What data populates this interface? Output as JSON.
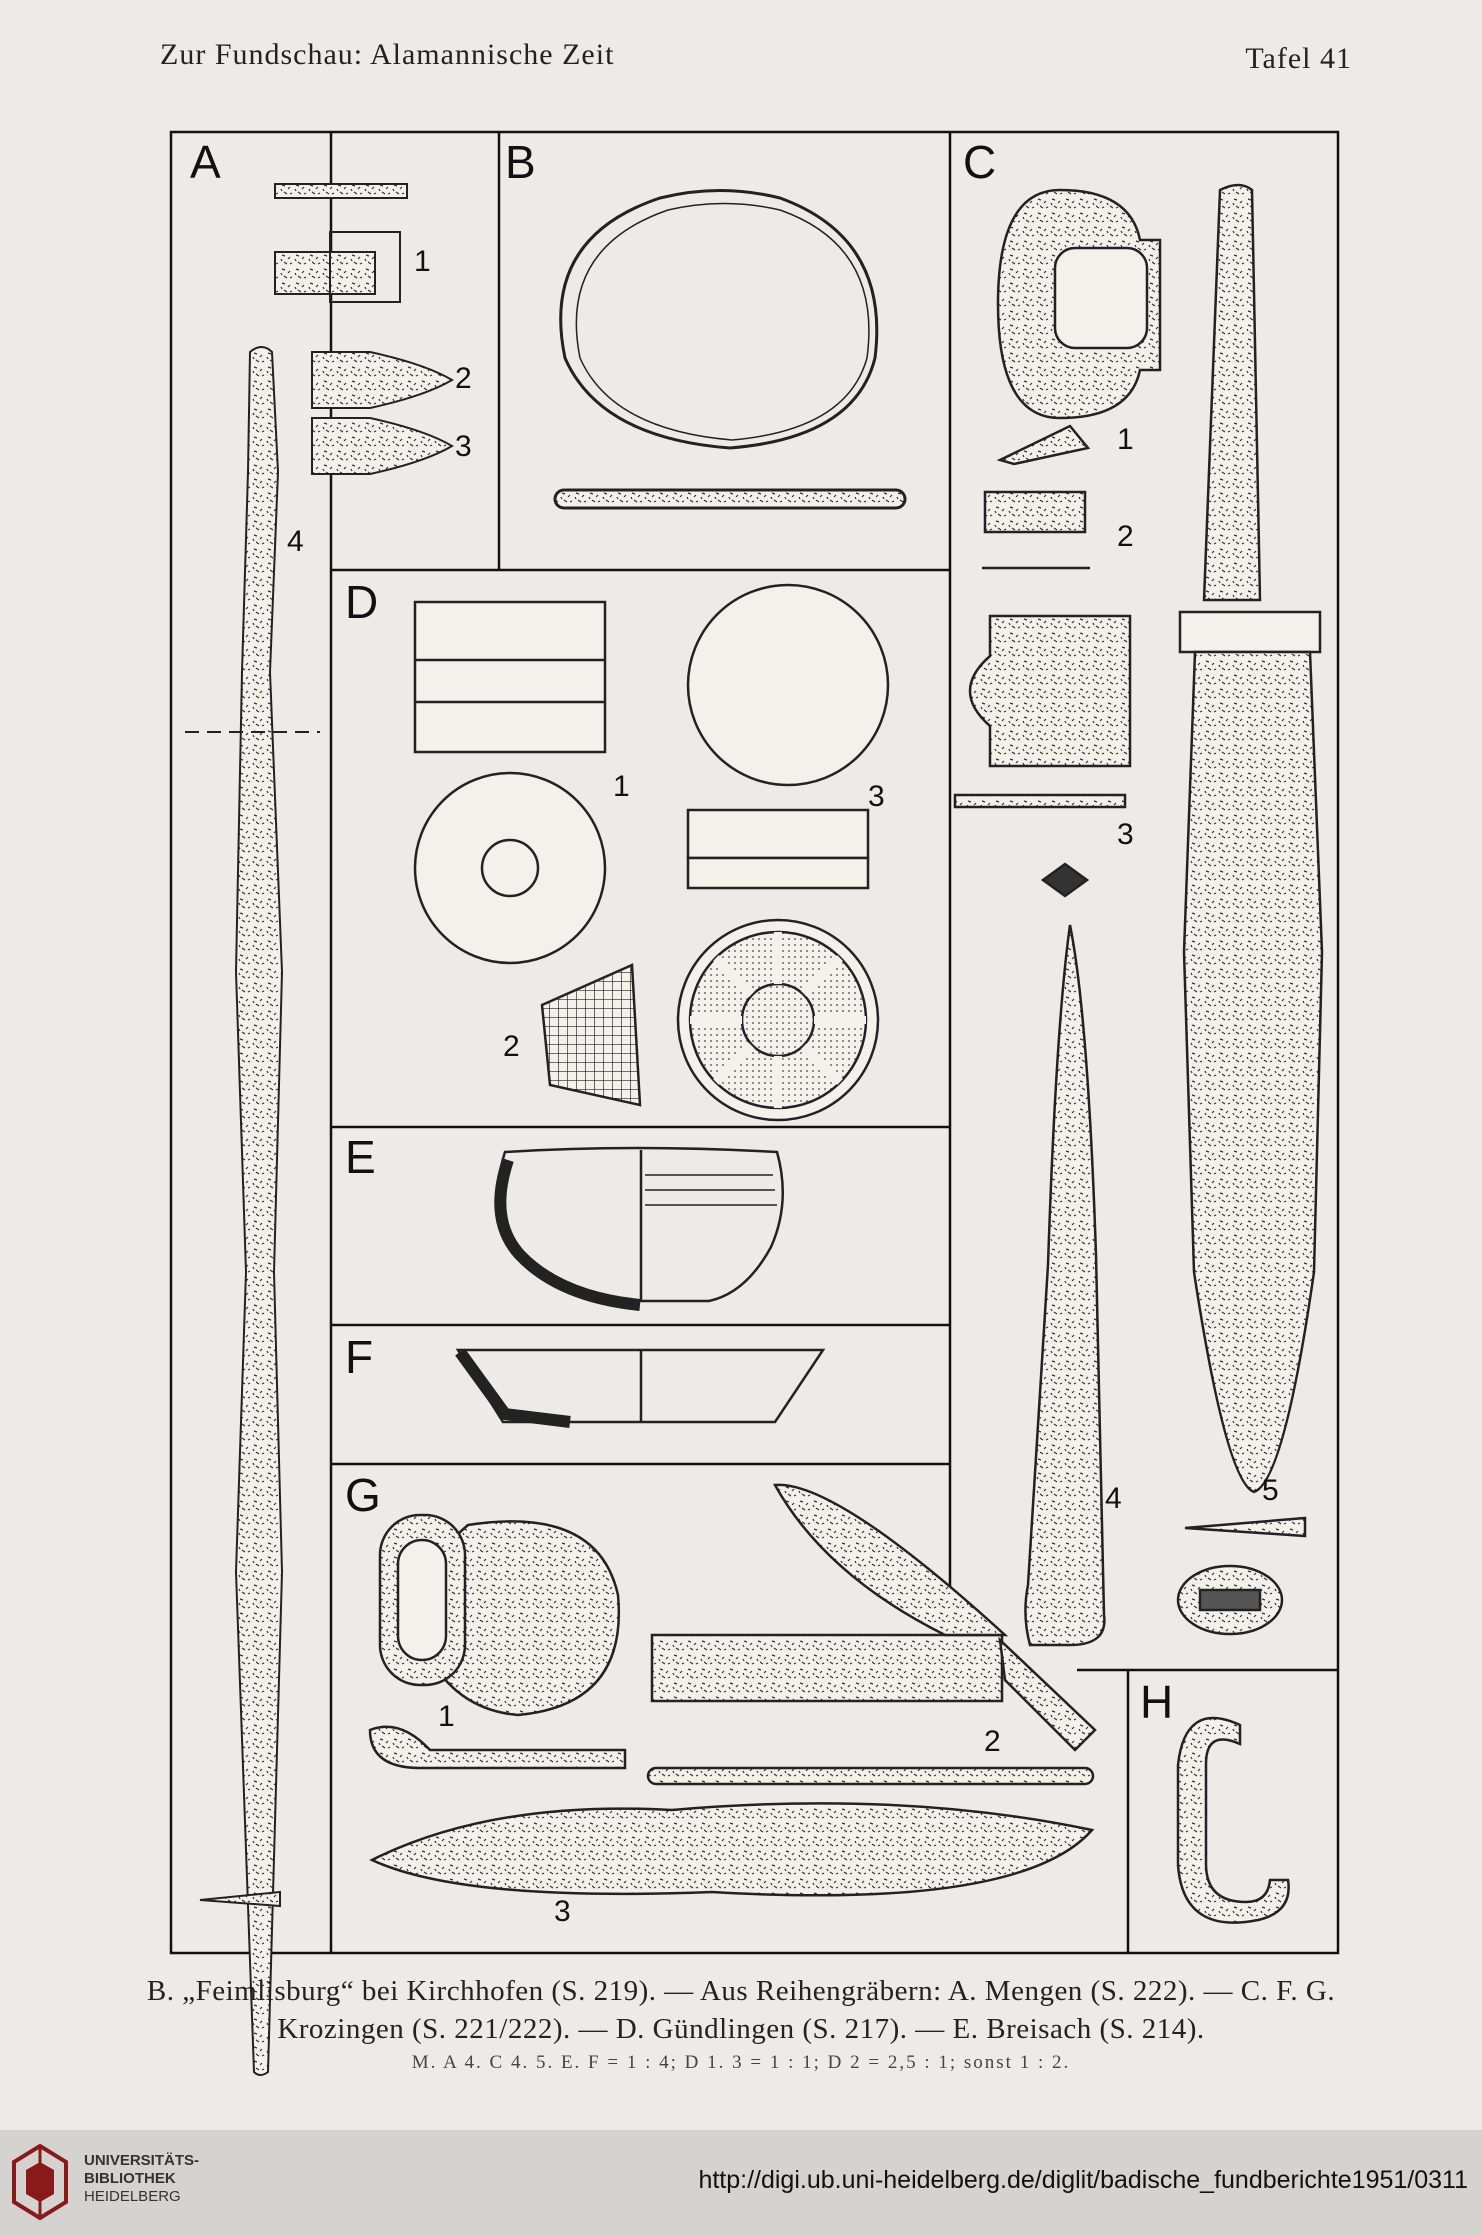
{
  "header": {
    "running_title": "Zur Fundschau: Alamannische Zeit",
    "plate": "Tafel 41"
  },
  "panels": {
    "A": "A",
    "B": "B",
    "C": "C",
    "D": "D",
    "E": "E",
    "F": "F",
    "G": "G",
    "H": "H"
  },
  "item_numbers": {
    "a1": "1",
    "a2": "2",
    "a3": "3",
    "a4": "4",
    "c1": "1",
    "c2": "2",
    "c3": "3",
    "c4": "4",
    "c5": "5",
    "d1": "1",
    "d2": "2",
    "d3": "3",
    "g1": "1",
    "g2": "2",
    "g3": "3"
  },
  "caption": {
    "line1": "B. „Feimlisburg“ bei Kirchhofen (S. 219). — Aus Reihengräbern: A. Mengen (S. 222). — C. F. G.",
    "line2": "Krozingen (S. 221/222). — D. Gündlingen (S. 217). — E. Breisach (S. 214).",
    "line3": "M. A 4. C 4. 5. E. F = 1 : 4; D 1. 3 = 1 : 1; D 2 = 2,5 : 1; sonst 1 : 2."
  },
  "footer": {
    "library_line1": "UNIVERSITÄTS-",
    "library_line2": "BIBLIOTHEK",
    "library_line3": "HEIDELBERG",
    "url": "http://digi.ub.uni-heidelberg.de/diglit/badische_fundberichte1951/0311"
  }
}
